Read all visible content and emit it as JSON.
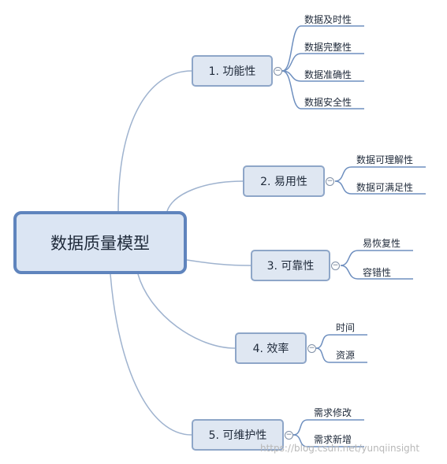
{
  "root": {
    "label": "数据质量模型"
  },
  "branches": [
    {
      "label": "1. 功能性",
      "toggle": "−",
      "children": [
        "数据及时性",
        "数据完整性",
        "数据准确性",
        "数据安全性"
      ]
    },
    {
      "label": "2. 易用性",
      "toggle": "−",
      "children": [
        "数据可理解性",
        "数据可满足性"
      ]
    },
    {
      "label": "3. 可靠性",
      "toggle": "−",
      "children": [
        "易恢复性",
        "容错性"
      ]
    },
    {
      "label": "4. 效率",
      "toggle": "−",
      "children": [
        "时间",
        "资源"
      ]
    },
    {
      "label": "5. 可维护性",
      "toggle": "−",
      "children": [
        "需求修改",
        "需求新增"
      ]
    }
  ],
  "watermark": "https://blog.csdn.net/yunqiinsight",
  "colors": {
    "root_border": "#5f84bd",
    "root_fill": "#dbe5f3",
    "branch_border": "#8ea6c8",
    "branch_fill": "#dfe7f2",
    "connector": "#9fb3cf",
    "leaf_underline": "#6e8fbf"
  }
}
